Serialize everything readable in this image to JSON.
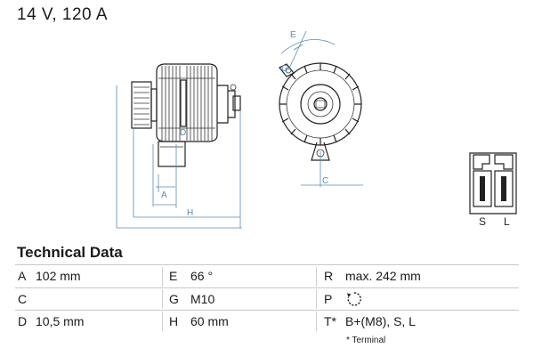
{
  "header": {
    "title": "14 V, 120 A"
  },
  "drawing": {
    "dimension_letters": {
      "a": "A",
      "c": "C",
      "d": "D",
      "h": "H",
      "e": "E",
      "g": "G"
    },
    "terminals": {
      "s": "S",
      "l": "L"
    }
  },
  "tech": {
    "title": "Technical Data",
    "rows": [
      {
        "k1": "A",
        "v1": "102 mm",
        "k2": "E",
        "v2": "66 °",
        "k3": "R",
        "v3": "max. 242 mm"
      },
      {
        "k1": "C",
        "v1": "",
        "k2": "G",
        "v2": "M10",
        "k3": "P",
        "v3": ""
      },
      {
        "k1": "D",
        "v1": "10,5 mm",
        "k2": "H",
        "v2": "60 mm",
        "k3": "T*",
        "v3": "B+(M8), S, L"
      }
    ],
    "footnote": "* Terminal"
  }
}
